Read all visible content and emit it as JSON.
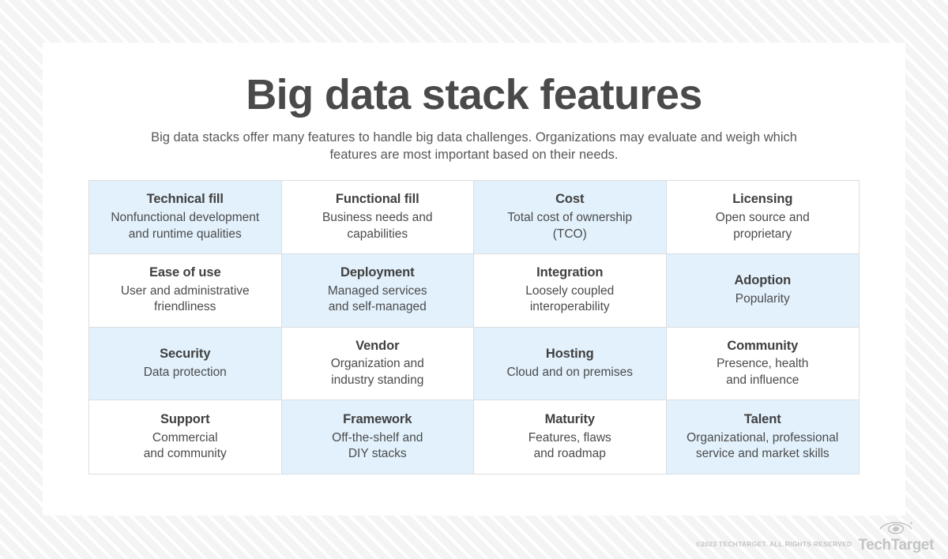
{
  "header": {
    "title": "Big data stack features",
    "subtitle": "Big data stacks offer many features to handle big data challenges. Organizations may evaluate and weigh which features are most important based on their needs."
  },
  "colors": {
    "tint": "#e2f1fb",
    "border": "#dcdee0",
    "text": "#404041",
    "page_background": "#f7f7f7",
    "card_background": "#ffffff",
    "logo": "#c2c4c6"
  },
  "grid": {
    "columns": 4,
    "rows": 4,
    "cells": [
      {
        "title": "Technical fill",
        "desc": "Nonfunctional development\nand runtime qualities",
        "tinted": true
      },
      {
        "title": "Functional fill",
        "desc": "Business needs and\ncapabilities",
        "tinted": false
      },
      {
        "title": "Cost",
        "desc": "Total cost of ownership\n(TCO)",
        "tinted": true
      },
      {
        "title": "Licensing",
        "desc": "Open source and\nproprietary",
        "tinted": false
      },
      {
        "title": "Ease of use",
        "desc": "User and administrative\nfriendliness",
        "tinted": false
      },
      {
        "title": "Deployment",
        "desc": "Managed services\nand self-managed",
        "tinted": true
      },
      {
        "title": "Integration",
        "desc": "Loosely coupled\ninteroperability",
        "tinted": false
      },
      {
        "title": "Adoption",
        "desc": "Popularity",
        "tinted": true
      },
      {
        "title": "Security",
        "desc": "Data protection",
        "tinted": true
      },
      {
        "title": "Vendor",
        "desc": "Organization and\nindustry standing",
        "tinted": false
      },
      {
        "title": "Hosting",
        "desc": "Cloud and on premises",
        "tinted": true
      },
      {
        "title": "Community",
        "desc": "Presence, health\nand influence",
        "tinted": false
      },
      {
        "title": "Support",
        "desc": "Commercial\nand community",
        "tinted": false
      },
      {
        "title": "Framework",
        "desc": "Off-the-shelf and\nDIY stacks",
        "tinted": true
      },
      {
        "title": "Maturity",
        "desc": "Features, flaws\nand roadmap",
        "tinted": false
      },
      {
        "title": "Talent",
        "desc": "Organizational, professional\nservice and market skills",
        "tinted": true
      }
    ]
  },
  "footer": {
    "copyright": "©2023 TECHTARGET. ALL RIGHTS RESERVED",
    "logo_text": "TechTarget",
    "logo_icon": "eye-icon"
  }
}
